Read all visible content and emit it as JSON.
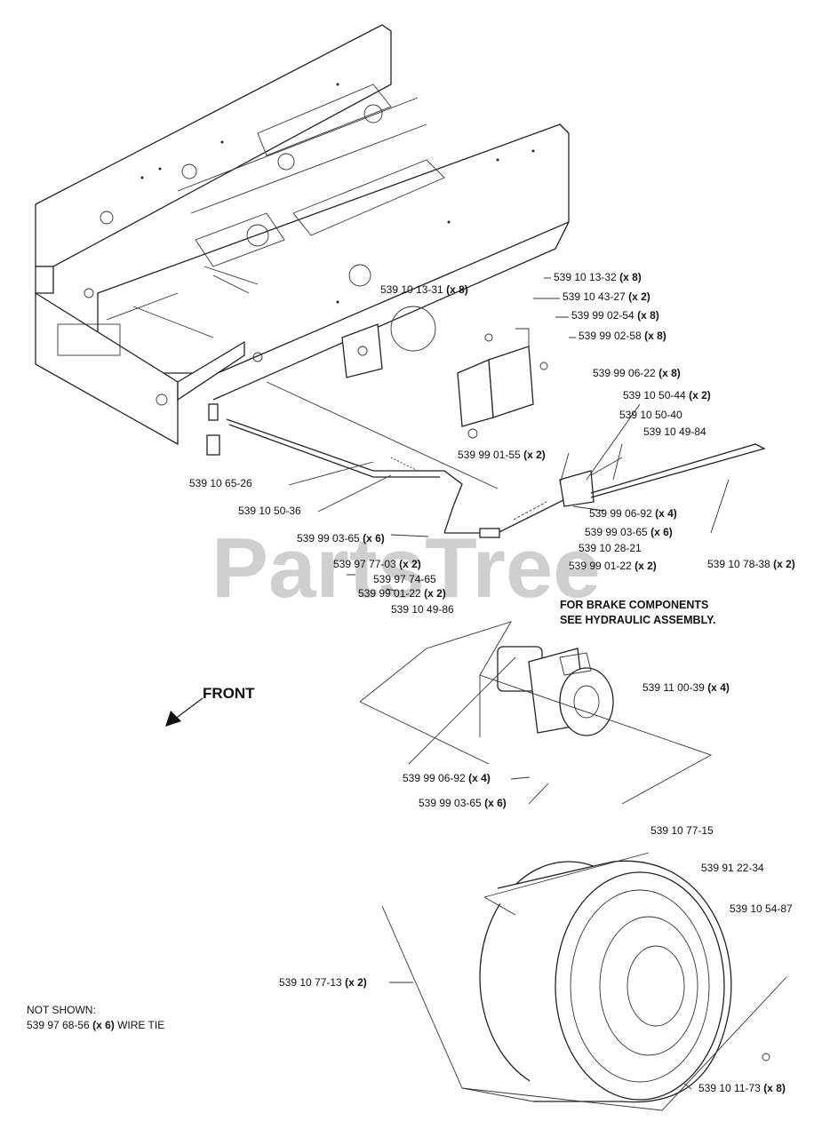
{
  "watermark": "PartsTree",
  "front_label": "FRONT",
  "brake_note": {
    "line1": "FOR BRAKE COMPONENTS",
    "line2": "SEE HYDRAULIC ASSEMBLY."
  },
  "not_shown": {
    "heading": "NOT SHOWN:",
    "part": "539 97 68-56",
    "qty": "(x 6)",
    "desc": "WIRE TIE"
  },
  "parts": [
    {
      "num": "539 10 13-31",
      "qty": "(x 8)"
    },
    {
      "num": "539 10 13-32",
      "qty": "(x 8)"
    },
    {
      "num": "539 10 43-27",
      "qty": "(x 2)"
    },
    {
      "num": "539 99 02-54",
      "qty": "(x 8)"
    },
    {
      "num": "539 99 02-58",
      "qty": "(x 8)"
    },
    {
      "num": "539 99 06-22",
      "qty": "(x 8)"
    },
    {
      "num": "539 10 50-44",
      "qty": "(x 2)"
    },
    {
      "num": "539 10 50-40",
      "qty": ""
    },
    {
      "num": "539 10 49-84",
      "qty": ""
    },
    {
      "num": "539 99 01-55",
      "qty": "(x 2)"
    },
    {
      "num": "539 10 65-26",
      "qty": ""
    },
    {
      "num": "539 10 50-36",
      "qty": ""
    },
    {
      "num": "539 99 06-92",
      "qty": "(x 4)"
    },
    {
      "num": "539 99 03-65",
      "qty": "(x 6)"
    },
    {
      "num": "539 99 03-65",
      "qty": "(x 6)"
    },
    {
      "num": "539 10 28-21",
      "qty": ""
    },
    {
      "num": "539 97 77-03",
      "qty": "(x 2)"
    },
    {
      "num": "539 99 01-22",
      "qty": "(x 2)"
    },
    {
      "num": "539 10 78-38",
      "qty": "(x 2)"
    },
    {
      "num": "539 97 74-65",
      "qty": ""
    },
    {
      "num": "539 99 01-22",
      "qty": "(x 2)"
    },
    {
      "num": "539 10 49-86",
      "qty": ""
    },
    {
      "num": "539 11 00-39",
      "qty": "(x 4)"
    },
    {
      "num": "539 99 06-92",
      "qty": "(x 4)"
    },
    {
      "num": "539 99 03-65",
      "qty": "(x 6)"
    },
    {
      "num": "539 10 77-15",
      "qty": ""
    },
    {
      "num": "539 91 22-34",
      "qty": ""
    },
    {
      "num": "539 10 54-87",
      "qty": ""
    },
    {
      "num": "539 10 77-13",
      "qty": "(x 2)"
    },
    {
      "num": "539 10 11-73",
      "qty": "(x 8)"
    }
  ]
}
